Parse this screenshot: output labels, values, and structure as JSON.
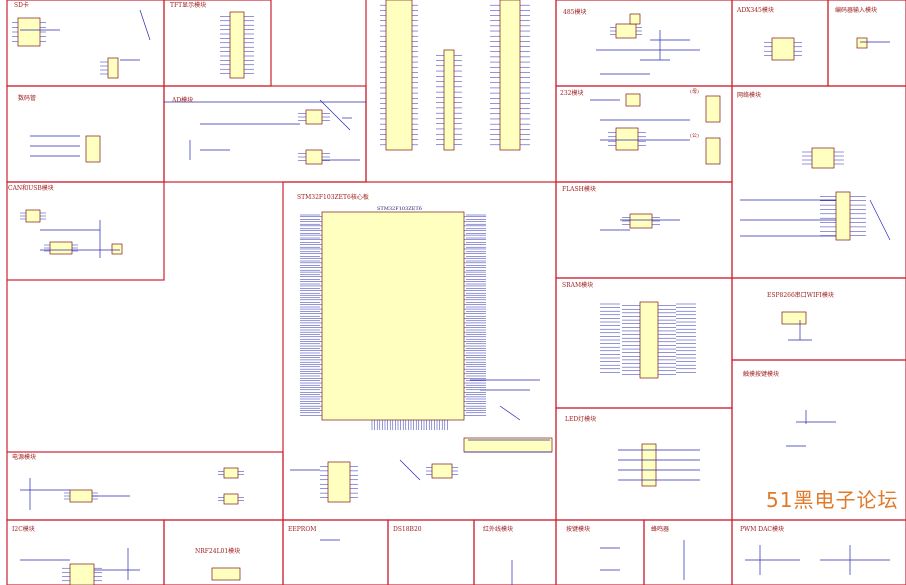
{
  "panels": {
    "sd_card": "SD卡",
    "tft": "TFT显示模块",
    "seven_seg": "数码管",
    "ad": "AD模块",
    "can_usb": "CAN和USB模块",
    "core_board": "STM32F103ZET6核心板",
    "power": "电源模块",
    "i2c": "I2C模块",
    "nrf": "NRF24L01模块",
    "eeprom": "EEPROM",
    "ds18b20": "DS18B20",
    "ir": "红外线模块",
    "key": "按键模块",
    "buzzer": "蜂鸣器",
    "pwm_dac": "PWM DAC模块",
    "led": "LED灯模块",
    "sram": "SRAM模块",
    "flash": "FLASH模块",
    "rs232": "232模块",
    "rs485": "485模块",
    "adxl345": "ADX345模块",
    "encoder": "编码器输入模块",
    "ethernet": "网络模块",
    "esp8266": "ESP8266串口WIFI模块",
    "touch_key": "触摸按键模块"
  },
  "core_chip": "STM32F103ZET6",
  "db9_labels": {
    "male": "(母)",
    "female": "(公)"
  },
  "watermark": "51黑电子论坛",
  "colors": {
    "border": "#cc2233",
    "wire": "#2a2ab0",
    "chip_fill": "#ffffc0",
    "label": "#a02020",
    "watermark": "#e07a2a"
  }
}
